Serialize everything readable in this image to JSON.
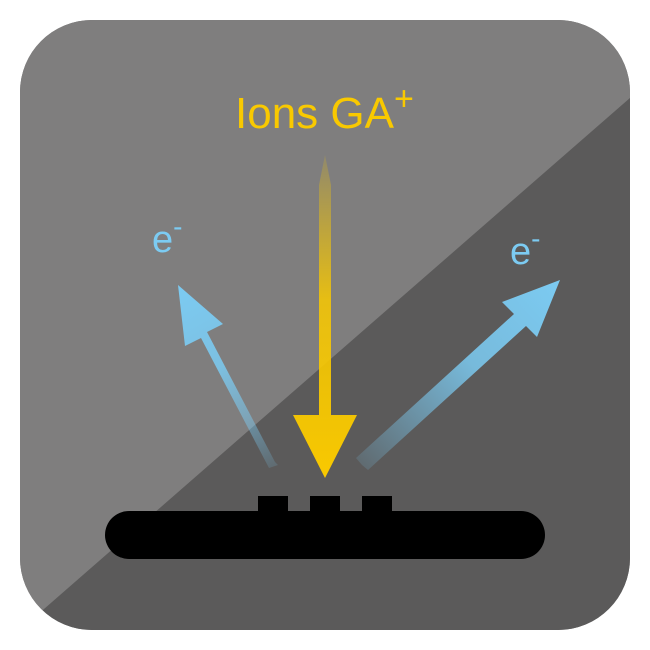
{
  "diagram": {
    "ion_label": "Ions GA",
    "ion_superscript": "+",
    "electron_left_label": "e",
    "electron_left_superscript": "-",
    "electron_right_label": "e",
    "electron_right_superscript": "-"
  },
  "colors": {
    "tile_top": "#828181",
    "tile_bottom": "#5a5959",
    "ion_beam": "#f9c900",
    "electron": "#7ccbf2",
    "substrate": "#000000",
    "background": "#ffffff"
  }
}
